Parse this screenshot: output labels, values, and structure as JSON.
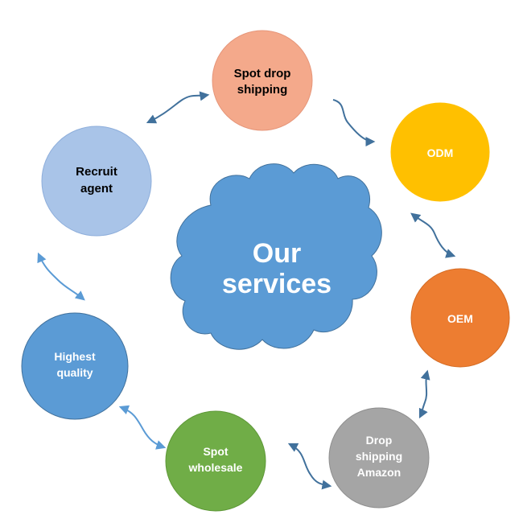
{
  "center": {
    "lines": [
      "Our",
      "services"
    ],
    "fill": "#5B9BD5",
    "stroke": "#41719C",
    "text_color": "#ffffff"
  },
  "nodes": [
    {
      "id": "spot-drop-shipping",
      "lines": [
        "Spot drop",
        "shipping"
      ],
      "fill": "#F4A98B",
      "stroke": "#e6967a",
      "text_color": "#000000"
    },
    {
      "id": "odm",
      "lines": [
        "ODM"
      ],
      "fill": "#FFC000",
      "stroke": "#FFC000",
      "text_color": "#ffffff"
    },
    {
      "id": "oem",
      "lines": [
        "OEM"
      ],
      "fill": "#ED7D31",
      "stroke": "#d46b23",
      "text_color": "#ffffff"
    },
    {
      "id": "drop-shipping-amazon",
      "lines": [
        "Drop",
        "shipping",
        "Amazon"
      ],
      "fill": "#A5A5A5",
      "stroke": "#8f8f8f",
      "text_color": "#ffffff"
    },
    {
      "id": "spot-wholesale",
      "lines": [
        "Spot",
        "wholesale"
      ],
      "fill": "#70AD47",
      "stroke": "#5e9838",
      "text_color": "#ffffff"
    },
    {
      "id": "highest-quality",
      "lines": [
        "Highest",
        "quality"
      ],
      "fill": "#5B9BD5",
      "stroke": "#41719C",
      "text_color": "#ffffff"
    },
    {
      "id": "recruit-agent",
      "lines": [
        "Recruit",
        "agent"
      ],
      "fill": "#A9C4E8",
      "stroke": "#8eaedb",
      "text_color": "#000000"
    }
  ],
  "arrow_color": "#41719C",
  "arrow_color_light": "#5B9BD5"
}
